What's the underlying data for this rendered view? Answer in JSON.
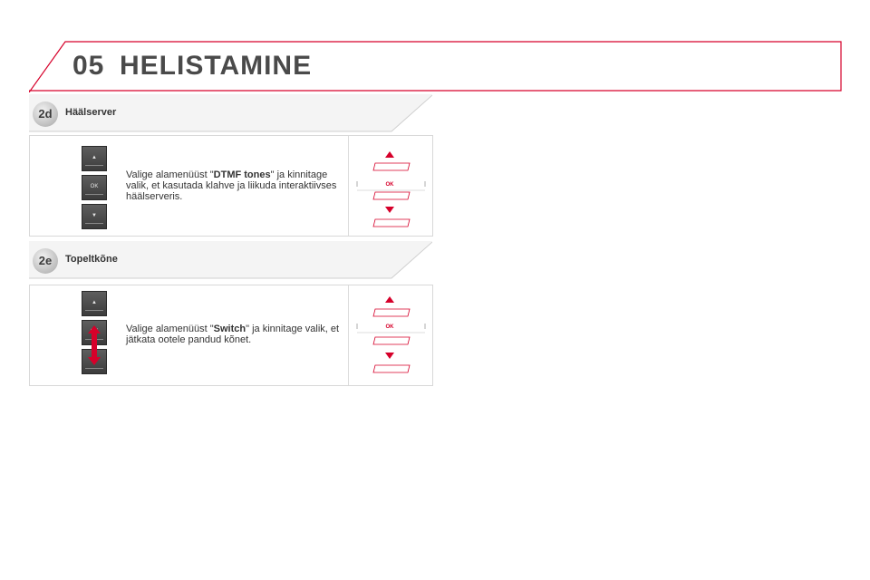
{
  "header": {
    "number": "05",
    "title": "HELISTAMINE"
  },
  "sections": [
    {
      "badge": "2d",
      "title": "Häälserver",
      "text_before": "Valige alamenüüst \"",
      "text_bold": "DTMF tones",
      "text_after": "\" ja kinnitage valik, et kasutada klahve ja liikuda interaktiivses häälserveris.",
      "arrow_direction": "none"
    },
    {
      "badge": "2e",
      "title": "Topeltkõne",
      "text_before": "Valige alamenüüst \"",
      "text_bold": "Switch",
      "text_after": "\" ja kinnitage valik, et jätkata ootele pandud kõnet.",
      "arrow_direction": "up-down"
    }
  ],
  "keypad": {
    "up": "▲",
    "ok": "OK",
    "down": "▼"
  },
  "colors": {
    "accent": "#d6002a",
    "dark_key": "#4a4a4a",
    "badge_gray": "#bdbdbd"
  },
  "icons": [
    "up-arrow-icon",
    "ok-icon",
    "down-arrow-icon"
  ]
}
